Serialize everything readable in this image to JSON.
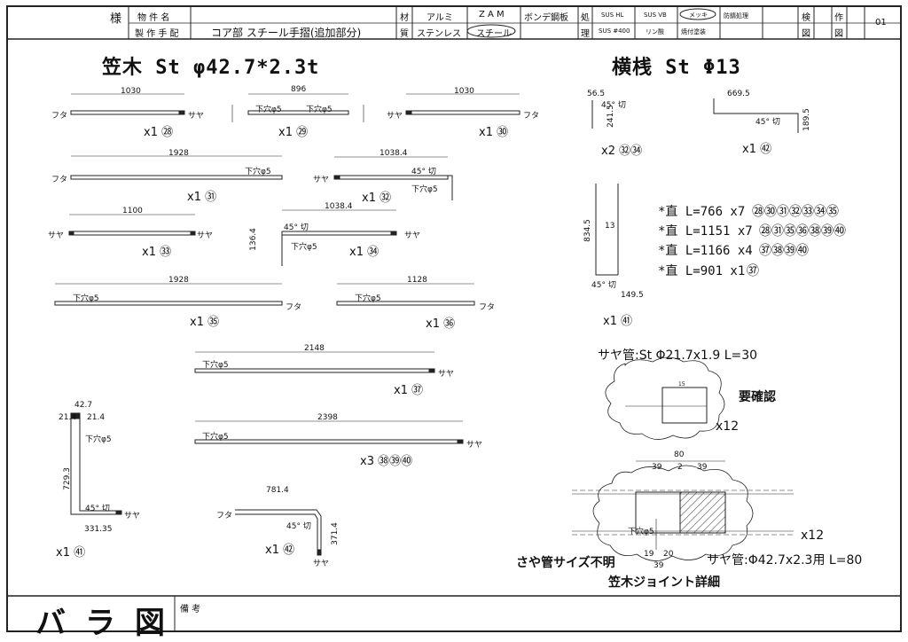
{
  "title_block": {
    "sama": "様",
    "bukken_label": "物 件 名",
    "seisaku_label": "製 作 手 配",
    "product_name": "コア部 スチール手摺(追加部分)",
    "zai": "材",
    "shitsu": "質",
    "mat_alumi": "アルミ",
    "mat_zam": "Z A M",
    "mat_bonde": "ボンデ鋼板",
    "mat_stainless": "ステンレス",
    "mat_steel": "スチール",
    "sho": "処",
    "ri": "理",
    "fin_sushl": "SUS  HL",
    "fin_susvb": "SUS VB",
    "fin_mekki": "メッキ",
    "fin_boushoku": "防錆処理",
    "fin_sus400": "SUS #400",
    "fin_rinsan": "リン酸",
    "fin_yakitsuke": "焼付塗装",
    "ken": "検",
    "zu1": "図",
    "saku": "作",
    "zu2": "図",
    "sheet_no": "01"
  },
  "headings": {
    "kasagi": "笠木  St  φ42.7*2.3t",
    "yokosan": "横桟  St  Φ13"
  },
  "part_labels": {
    "p28": "x1 ㉘",
    "p29": "x1 ㉙",
    "p30": "x1 ㉚",
    "p31": "x1 ㉛",
    "p32": "x1 ㉜",
    "p33": "x1 ㉝",
    "p34": "x1 ㉞",
    "p35": "x1 ㉟",
    "p36": "x1 ㊱",
    "p37": "x1 ㊲",
    "p38": "x3 ㊳㊴㊵",
    "p41": "x1 ㊶",
    "p42": "x1 ㊷",
    "p3234": "x2 ㉜㉞",
    "p42b": "x1 ㊷",
    "p41b": "x1 ㊶"
  },
  "straight_notes": [
    "*直 L=766 x7",
    "*直 L=1151 x7",
    "*直 L=1166 x4",
    "*直 L=901 x1"
  ],
  "straight_refs": [
    "㉘㉚㉛㉜㉝㉞㉟",
    "㉘㉛㉟㊱㊳㊴㊵",
    "㊲㊳㊴㊵",
    "㊲"
  ],
  "dims": {
    "d1030": "1030",
    "d896": "896",
    "d1928": "1928",
    "d1038": "1038.4",
    "d1100": "1100",
    "d1128": "1128",
    "d2148": "2148",
    "d2398": "2398",
    "d781": "781.4",
    "d427": "42.7",
    "d214": "21.4",
    "d20": "20",
    "d729": "729.3",
    "d331": "331.35",
    "d371": "371.4",
    "d136": "136.4",
    "d565": "56.5",
    "d2415": "241.5",
    "d6695": "669.5",
    "d1895": "189.5",
    "d8345": "834.5",
    "d1495": "149.5",
    "d13": "13",
    "d80": "80",
    "d39": "39",
    "d2": "2",
    "d19": "19",
    "d15": "15"
  },
  "marks": {
    "futa": "フタ",
    "saya": "サヤ",
    "shitaana": "下穴φ5",
    "cut45": "45° 切",
    "cut45b": "45° 切"
  },
  "saya": {
    "spec": "サヤ管:St Φ21.7x1.9 L=30",
    "confirm": "要確認",
    "x12": "x12",
    "x12b": "x12",
    "unknown": "さや管サイズ不明",
    "spec2": "サヤ管:Φ42.7x2.3用 L=80",
    "joint": "笠木ジョイント詳細"
  },
  "footer": {
    "bara": "バラ図",
    "biko": "備 考"
  }
}
